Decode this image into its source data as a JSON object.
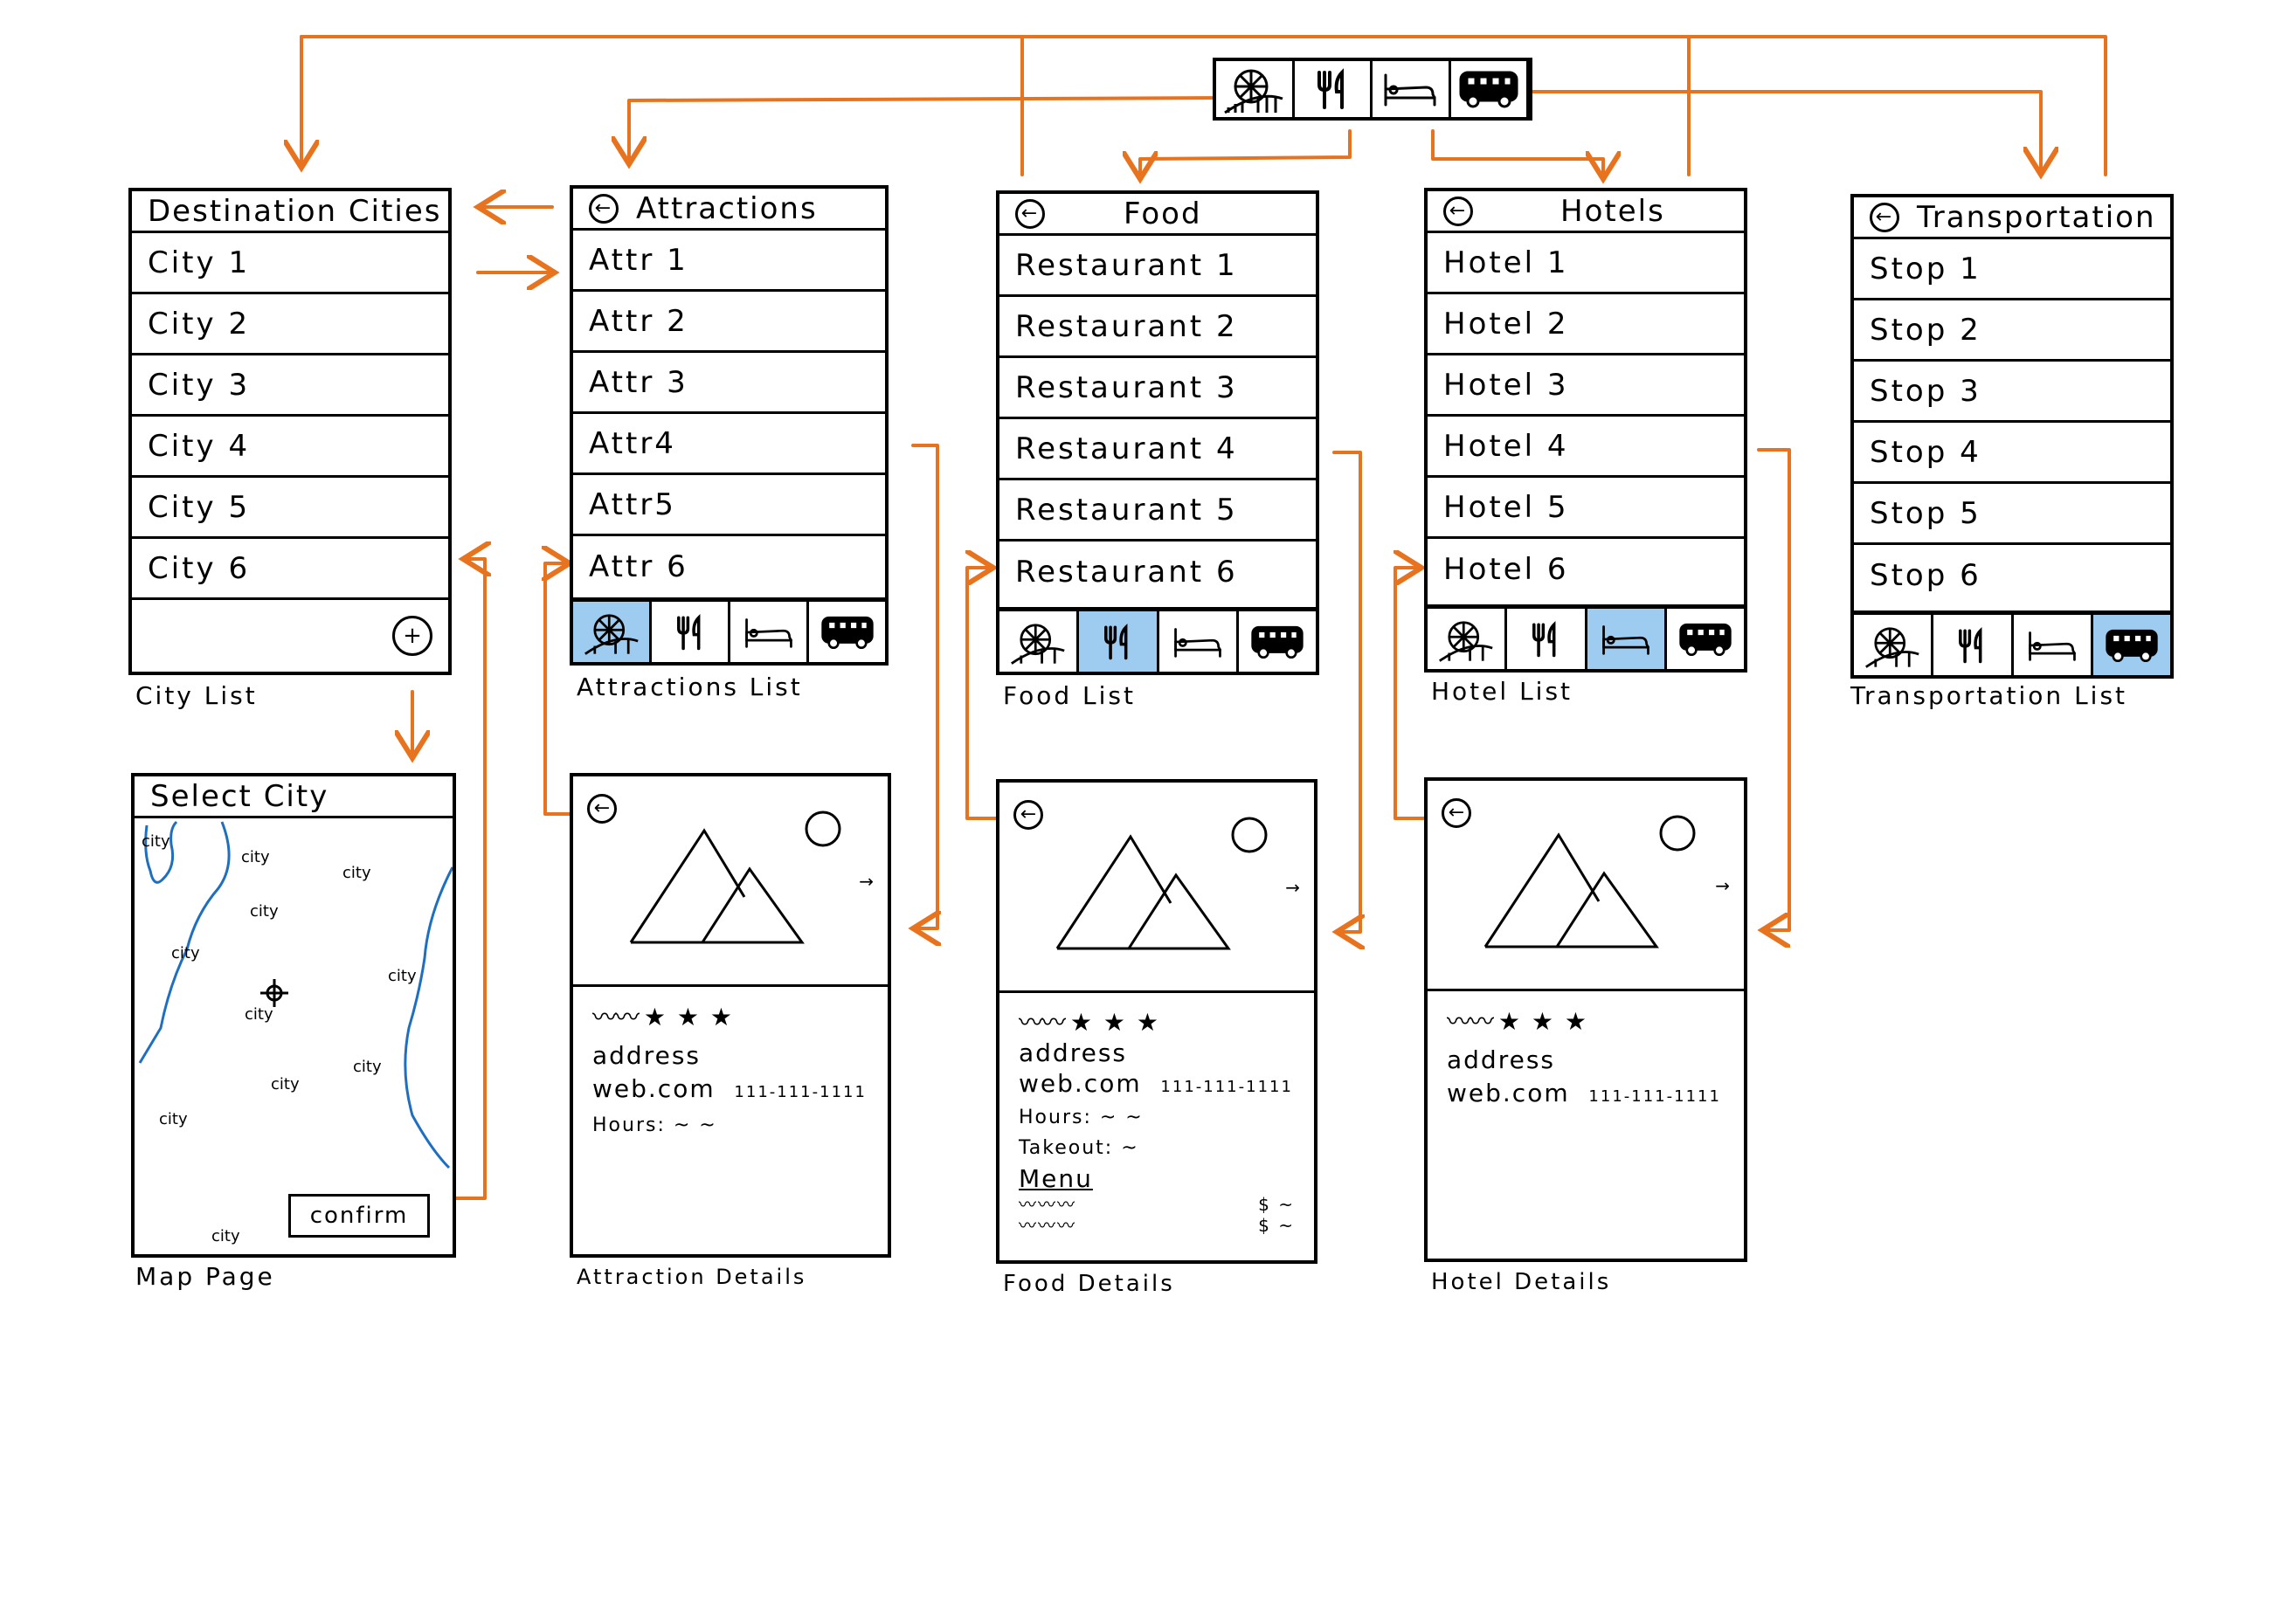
{
  "colors": {
    "arrow": "#e8731f",
    "active_tab": "#9ecbf0",
    "water": "#1f6fc0"
  },
  "tab_icons": [
    "ferris-wheel-icon",
    "fork-knife-icon",
    "bed-icon",
    "bus-icon"
  ],
  "screens": {
    "cities": {
      "title": "Destination Cities",
      "items": [
        "City 1",
        "City 2",
        "City 3",
        "City 4",
        "City 5",
        "City 6"
      ],
      "caption": "City List"
    },
    "map": {
      "title": "Select City",
      "labels": [
        "city",
        "city",
        "city",
        "city",
        "city",
        "city",
        "city",
        "city",
        "city",
        "city",
        "city"
      ],
      "confirm": "confirm",
      "caption": "Map Page"
    },
    "attractions": {
      "title": "Attractions",
      "items": [
        "Attr 1",
        "Attr 2",
        "Attr 3",
        "Attr4",
        "Attr5",
        "Attr 6"
      ],
      "caption": "Attractions List"
    },
    "food": {
      "title": "Food",
      "items": [
        "Restaurant 1",
        "Restaurant 2",
        "Restaurant 3",
        "Restaurant 4",
        "Restaurant 5",
        "Restaurant 6"
      ],
      "caption": "Food List"
    },
    "hotels": {
      "title": "Hotels",
      "items": [
        "Hotel 1",
        "Hotel 2",
        "Hotel 3",
        "Hotel 4",
        "Hotel 5",
        "Hotel 6"
      ],
      "caption": "Hotel List"
    },
    "transport": {
      "title": "Transportation",
      "items": [
        "Stop 1",
        "Stop 2",
        "Stop 3",
        "Stop 4",
        "Stop 5",
        "Stop 6"
      ],
      "caption": "Transportation List"
    },
    "attraction_details": {
      "stars": "★ ★ ★",
      "address": "address",
      "web": "web.com",
      "phone": "111-111-1111",
      "hours": "Hours: ~ ~",
      "caption": "Attraction Details"
    },
    "food_details": {
      "stars": "★ ★ ★",
      "address": "address",
      "web": "web.com",
      "phone": "111-111-1111",
      "hours": "Hours: ~ ~",
      "takeout": "Takeout: ~",
      "menu": "Menu",
      "price1": "$ ~",
      "price2": "$ ~",
      "caption": "Food Details"
    },
    "hotel_details": {
      "stars": "★ ★ ★",
      "address": "address",
      "web": "web.com",
      "phone": "111-111-1111",
      "caption": "Hotel Details"
    }
  }
}
